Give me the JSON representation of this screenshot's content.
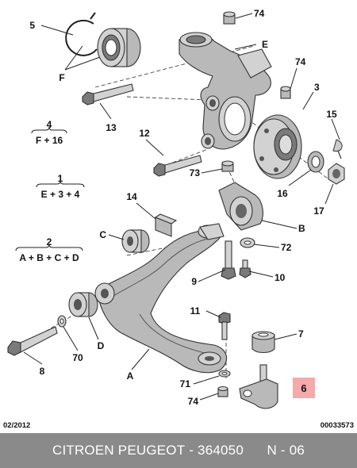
{
  "labels": {
    "l5": "5",
    "lF": "F",
    "lE": "E",
    "l74a": "74",
    "l74b": "74",
    "l3": "3",
    "l13": "13",
    "l15": "15",
    "l12": "12",
    "l73": "73",
    "l16": "16",
    "l17": "17",
    "l14": "14",
    "lC": "C",
    "lB": "B",
    "l72": "72",
    "l9": "9",
    "l10": "10",
    "l8": "8",
    "l70": "70",
    "lD": "D",
    "lA": "A",
    "l11": "11",
    "l7": "7",
    "l71": "71",
    "l74c": "74",
    "l6": "6"
  },
  "groups": [
    {
      "number": "4",
      "formula": "F + 16"
    },
    {
      "number": "1",
      "formula": "E + 3 + 4"
    },
    {
      "number": "2",
      "formula": "A + B + C + D"
    }
  ],
  "highlight_color": "#f4aaaa",
  "date": "02/2012",
  "code": "00033573",
  "footer": {
    "brand": "CITROEN PEUGEOT",
    "ref": "364050",
    "page": "N - 06"
  }
}
